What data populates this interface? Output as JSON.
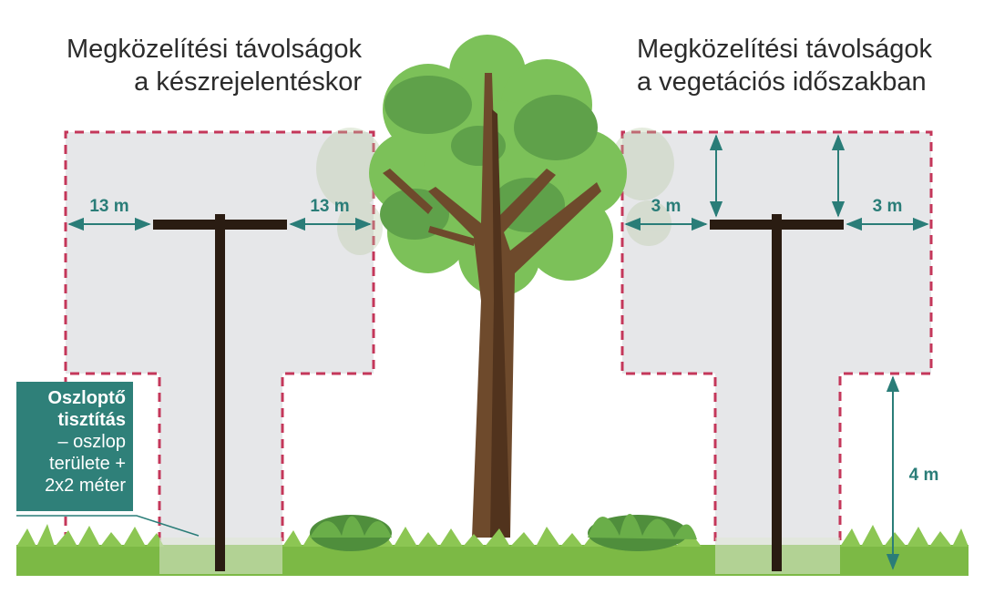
{
  "left_panel": {
    "title_line1": "Megközelítési távolságok",
    "title_line2": "a készrejelentéskor",
    "distance_left": "13 m",
    "distance_right": "13 m"
  },
  "right_panel": {
    "title_line1": "Megközelítési távolságok",
    "title_line2": "a vegetációs időszakban",
    "distance_left": "3 m",
    "distance_right": "3 m",
    "height": "4 m"
  },
  "callout": {
    "line1": "Oszloptő",
    "line2": "tisztítás",
    "line3": "– oszlop",
    "line4": "területe +",
    "line5": "2x2 méter"
  },
  "colors": {
    "zone_fill": "#e6e7e9",
    "zone_border": "#c4375a",
    "measure": "#2a7d78",
    "pole": "#2a1c12",
    "grass": "#7cb945",
    "callout_bg": "#2f8079"
  }
}
